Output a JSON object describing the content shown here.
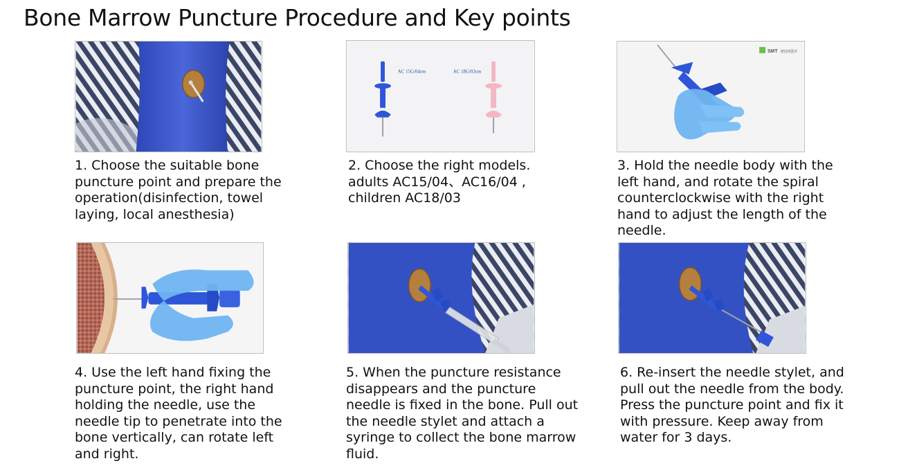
{
  "title": "Bone Marrow Puncture Procedure and Key points",
  "colors": {
    "drape_blue": "#3a55c9",
    "glove_blue": "#6fb4f0",
    "needle_blue": "#2f56d9",
    "needle_pink": "#f4b6c2",
    "skin_brown": "#b5803e",
    "stripe_navy": "#3b4666"
  },
  "steps": [
    {
      "image": {
        "alt_icon": "drape-with-puncture-site"
      },
      "caption_lines": [
        "1. Choose the suitable bone",
        "puncture point and prepare the",
        "operation(disinfection, towel",
        "laying, local anesthesia)"
      ]
    },
    {
      "image": {
        "alt_icon": "needle-models",
        "label_left": "AC 15G/04cm",
        "label_right": "AC 18G/03cm"
      },
      "caption_lines": [
        "2. Choose the right models.",
        "adults AC15/04、AC16/04 ,",
        "children AC18/03"
      ]
    },
    {
      "image": {
        "alt_icon": "hand-holding-needle",
        "logo_text": "SMT",
        "logo_sub": "德迈特医疗"
      },
      "caption_lines": [
        "3. Hold the needle body with the",
        "left hand, and rotate the spiral",
        "counterclockwise with the right",
        "hand to adjust the length of the",
        "needle."
      ]
    },
    {
      "image": {
        "alt_icon": "needle-penetrating-bone"
      },
      "caption_lines": [
        "4. Use the left hand fixing the",
        "puncture point, the right hand",
        "holding the needle, use the",
        "needle tip to penetrate into the",
        "bone vertically, can rotate left",
        "and right."
      ]
    },
    {
      "image": {
        "alt_icon": "syringe-attached"
      },
      "caption_lines": [
        "5. When the puncture resistance",
        "disappears and the puncture",
        "needle is fixed in the bone. Pull out",
        "the needle stylet and attach a",
        "syringe to collect the bone marrow",
        "fluid."
      ]
    },
    {
      "image": {
        "alt_icon": "stylet-reinserted"
      },
      "caption_lines": [
        "6. Re-insert the needle stylet, and",
        "pull out the needle from the body.",
        "Press the puncture point and fix it",
        "with pressure. Keep away from",
        "water for 3 days."
      ]
    }
  ]
}
